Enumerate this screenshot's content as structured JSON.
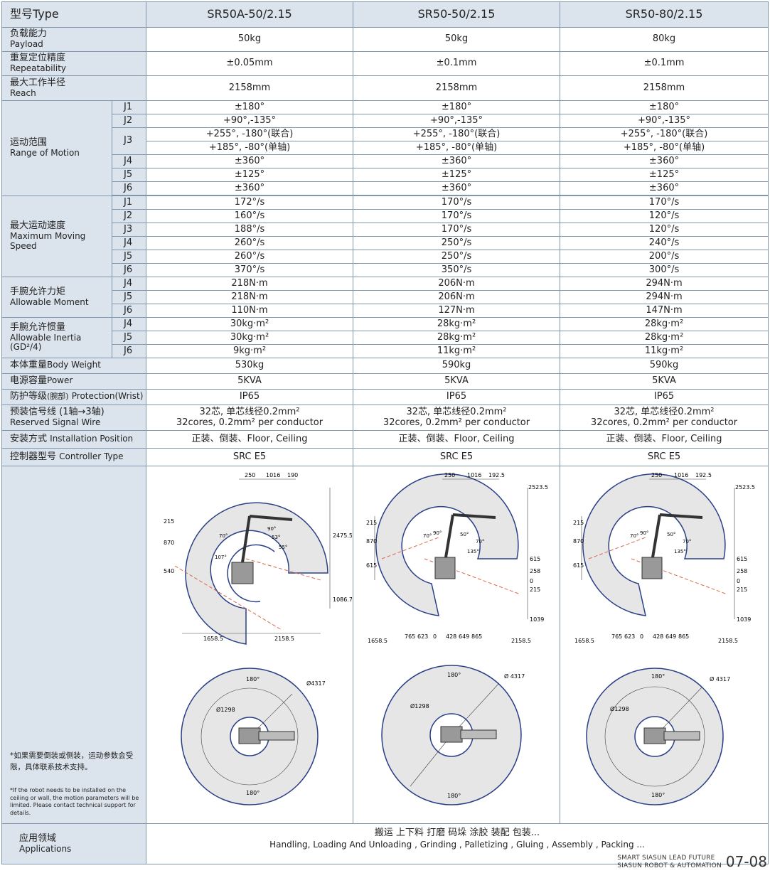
{
  "header": {
    "label": "型号Type",
    "models": [
      "SR50A-50/2.15",
      "SR50-50/2.15",
      "SR50-80/2.15"
    ]
  },
  "payload": {
    "cn": "负载能力",
    "en": "Payload",
    "values": [
      "50kg",
      "50kg",
      "80kg"
    ]
  },
  "repeat": {
    "cn": "重复定位精度",
    "en": "Repeatability",
    "values": [
      "±0.05mm",
      "±0.1mm",
      "±0.1mm"
    ]
  },
  "reach": {
    "cn": "最大工作半径",
    "en": "Reach",
    "values": [
      "2158mm",
      "2158mm",
      "2158mm"
    ]
  },
  "motion": {
    "cn": "运动范围",
    "en": "Range of Motion",
    "j1": {
      "j": "J1",
      "values": [
        "±180°",
        "±180°",
        "±180°"
      ]
    },
    "j2": {
      "j": "J2",
      "values": [
        "+90°,-135°",
        "+90°,-135°",
        "+90°,-135°"
      ]
    },
    "j3": {
      "j": "J3",
      "a": [
        "+255°, -180°(联合)",
        "+255°, -180°(联合)",
        "+255°, -180°(联合)"
      ],
      "b": [
        "+185°, -80°(单轴)",
        "+185°, -80°(单轴)",
        "+185°, -80°(单轴)"
      ]
    },
    "j4": {
      "j": "J4",
      "values": [
        "±360°",
        "±360°",
        "±360°"
      ]
    },
    "j5": {
      "j": "J5",
      "values": [
        "±125°",
        "±125°",
        "±125°"
      ]
    },
    "j6": {
      "j": "J6",
      "values": [
        "±360°",
        "±360°",
        "±360°"
      ]
    }
  },
  "speed": {
    "cn": "最大运动速度",
    "en": "Maximum Moving Speed",
    "j1": {
      "j": "J1",
      "values": [
        "172°/s",
        "170°/s",
        "170°/s"
      ]
    },
    "j2": {
      "j": "J2",
      "values": [
        "160°/s",
        "170°/s",
        "120°/s"
      ]
    },
    "j3": {
      "j": "J3",
      "values": [
        "188°/s",
        "170°/s",
        "120°/s"
      ]
    },
    "j4": {
      "j": "J4",
      "values": [
        "260°/s",
        "250°/s",
        "240°/s"
      ]
    },
    "j5": {
      "j": "J5",
      "values": [
        "260°/s",
        "250°/s",
        "200°/s"
      ]
    },
    "j6": {
      "j": "J6",
      "values": [
        "370°/s",
        "350°/s",
        "300°/s"
      ]
    }
  },
  "moment": {
    "cn": "手腕允许力矩",
    "en": "Allowable Moment",
    "j4": {
      "j": "J4",
      "values": [
        "218N·m",
        "206N·m",
        "294N·m"
      ]
    },
    "j5": {
      "j": "J5",
      "values": [
        "218N·m",
        "206N·m",
        "294N·m"
      ]
    },
    "j6": {
      "j": "J6",
      "values": [
        "110N·m",
        "127N·m",
        "147N·m"
      ]
    }
  },
  "inertia": {
    "cn": "手腕允许惯量",
    "en": "Allowable Inertia",
    "en2": "(GD²/4)",
    "j4": {
      "j": "J4",
      "values": [
        "30kg·m²",
        "28kg·m²",
        "28kg·m²"
      ]
    },
    "j5": {
      "j": "J5",
      "values": [
        "30kg·m²",
        "28kg·m²",
        "28kg·m²"
      ]
    },
    "j6": {
      "j": "J6",
      "values": [
        "9kg·m²",
        "11kg·m²",
        "11kg·m²"
      ]
    }
  },
  "weight": {
    "cn": "本体重量",
    "en": "Body Weight",
    "values": [
      "530kg",
      "590kg",
      "590kg"
    ]
  },
  "power": {
    "cn": "电源容量",
    "en": "Power",
    "values": [
      "5KVA",
      "5KVA",
      "5KVA"
    ]
  },
  "protection": {
    "cn": "防护等级",
    "cn_small": "(腕部)",
    "en": "Protection(Wrist)",
    "values": [
      "IP65",
      "IP65",
      "IP65"
    ]
  },
  "signal": {
    "cn": "预装信号线 (1轴→3轴)",
    "en": "Reserved Signal Wire",
    "line1": [
      "32芯, 单芯线径0.2mm²",
      "32芯, 单芯线径0.2mm²",
      "32芯, 单芯线径0.2mm²"
    ],
    "line2": [
      "32cores, 0.2mm²  per conductor",
      "32cores, 0.2mm²  per conductor",
      "32cores, 0.2mm²  per conductor"
    ]
  },
  "install": {
    "cn": "安装方式",
    "en": "Installation Position",
    "values": [
      "正装、倒装、Floor, Ceiling",
      "正装、倒装、Floor, Ceiling",
      "正装、倒装、Floor, Ceiling"
    ]
  },
  "controller": {
    "cn": "控制器型号",
    "en": "Controller Type",
    "values": [
      "SRC E5",
      "SRC E5",
      "SRC E5"
    ]
  },
  "notes": {
    "cn": "*如果需要倒装或侧装，运动参数会受限，具体联系技术支持。",
    "en": "*If the robot needs to be installed on the ceiling or wall, the motion parameters will be limited. Please contact technical support for details."
  },
  "diagrams": [
    {
      "side": {
        "top": [
          "250",
          "1016",
          "190"
        ],
        "left": [
          "215",
          "870",
          "540"
        ],
        "right": [
          "2475.5",
          "1086.7"
        ],
        "bottom": [
          "1658.5",
          "2158.5"
        ],
        "angles": [
          "70°",
          "90°",
          "53°",
          "55°",
          "107°"
        ]
      },
      "top": {
        "outer": "Ø4317",
        "inner": "Ø1298",
        "angle_top": "180°",
        "angle_bottom": "180°"
      }
    },
    {
      "side": {
        "top": [
          "250",
          "1016",
          "192.5"
        ],
        "right_top": "2523.5",
        "left": [
          "215",
          "870",
          "615"
        ],
        "right": [
          "615",
          "258",
          "0",
          "215",
          "1039"
        ],
        "bottom": [
          "1658.5",
          "765",
          "623",
          "0",
          "428",
          "649",
          "865",
          "2158.5"
        ],
        "angles": [
          "70°",
          "90°",
          "50°",
          "70°",
          "135°"
        ]
      },
      "top": {
        "outer": "Ø 4317",
        "inner": "Ø1298",
        "angle_top": "180°",
        "angle_bottom": "180°"
      }
    },
    {
      "side": {
        "top": [
          "250",
          "1016",
          "192.5"
        ],
        "right_top": "2523.5",
        "left": [
          "215",
          "870",
          "615"
        ],
        "right": [
          "615",
          "258",
          "0",
          "215",
          "1039"
        ],
        "bottom": [
          "1658.5",
          "765",
          "623",
          "0",
          "428",
          "649",
          "865",
          "2158.5"
        ],
        "angles": [
          "70°",
          "90°",
          "50°",
          "70°",
          "135°"
        ]
      },
      "top": {
        "outer": "Ø 4317",
        "inner": "Ø1298",
        "angle_top": "180°",
        "angle_bottom": "180°"
      }
    }
  ],
  "applications": {
    "cn": "应用领域",
    "en": "Applications",
    "line1": "搬运  上下料  打磨  码垛  涂胶  装配  包装...",
    "line2": "Handling, Loading And Unloading , Grinding , Palletizing , Gluing , Assembly , Packing ..."
  },
  "footer": {
    "line1": "SMART SIASUN   LEAD FUTURE",
    "line2": "SIASUN ROBOT & AUTOMATION",
    "page": "07-08"
  },
  "colors": {
    "header_bg": "#dbe3ec",
    "border": "#7f96ad",
    "zone_fill": "#e6e6e6",
    "zone_stroke": "#2b3f86",
    "dash": "#d9674a"
  }
}
